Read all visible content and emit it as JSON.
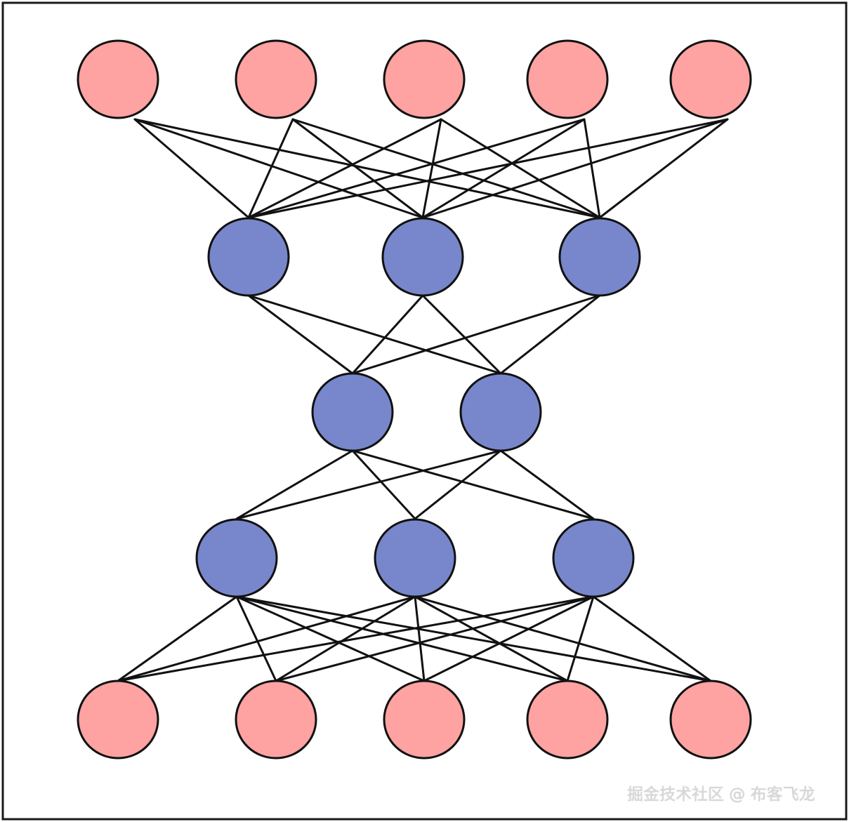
{
  "diagram": {
    "type": "autoencoder-network",
    "node_colors": {
      "outer": "#fea2a2",
      "inner": "#7887cb",
      "stroke": "#111111",
      "edge": "#111111"
    },
    "layers": [
      {
        "name": "top-output",
        "role": "outer",
        "count": 5
      },
      {
        "name": "hidden-1",
        "role": "inner",
        "count": 3
      },
      {
        "name": "bottleneck",
        "role": "inner",
        "count": 2
      },
      {
        "name": "hidden-2",
        "role": "inner",
        "count": 3
      },
      {
        "name": "bottom-input",
        "role": "outer",
        "count": 5
      }
    ]
  },
  "watermark": {
    "text": "掘金技术社区 @ 布客飞龙"
  }
}
